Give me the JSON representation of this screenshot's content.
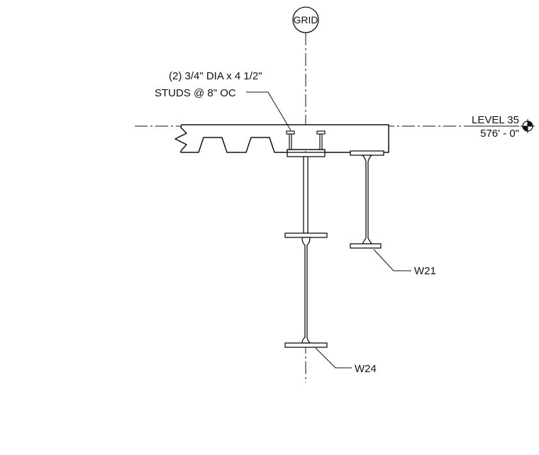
{
  "grid": {
    "label": "GRID"
  },
  "level": {
    "name": "LEVEL 35",
    "elevation": "576' - 0\""
  },
  "studs": {
    "line1": "(2) 3/4\" DIA x 4 1/2\"",
    "line2": "STUDS @ 8\" OC"
  },
  "beams": {
    "left": "W24",
    "right": "W21"
  },
  "colors": {
    "line": "#111111",
    "fill": "#ffffff"
  }
}
